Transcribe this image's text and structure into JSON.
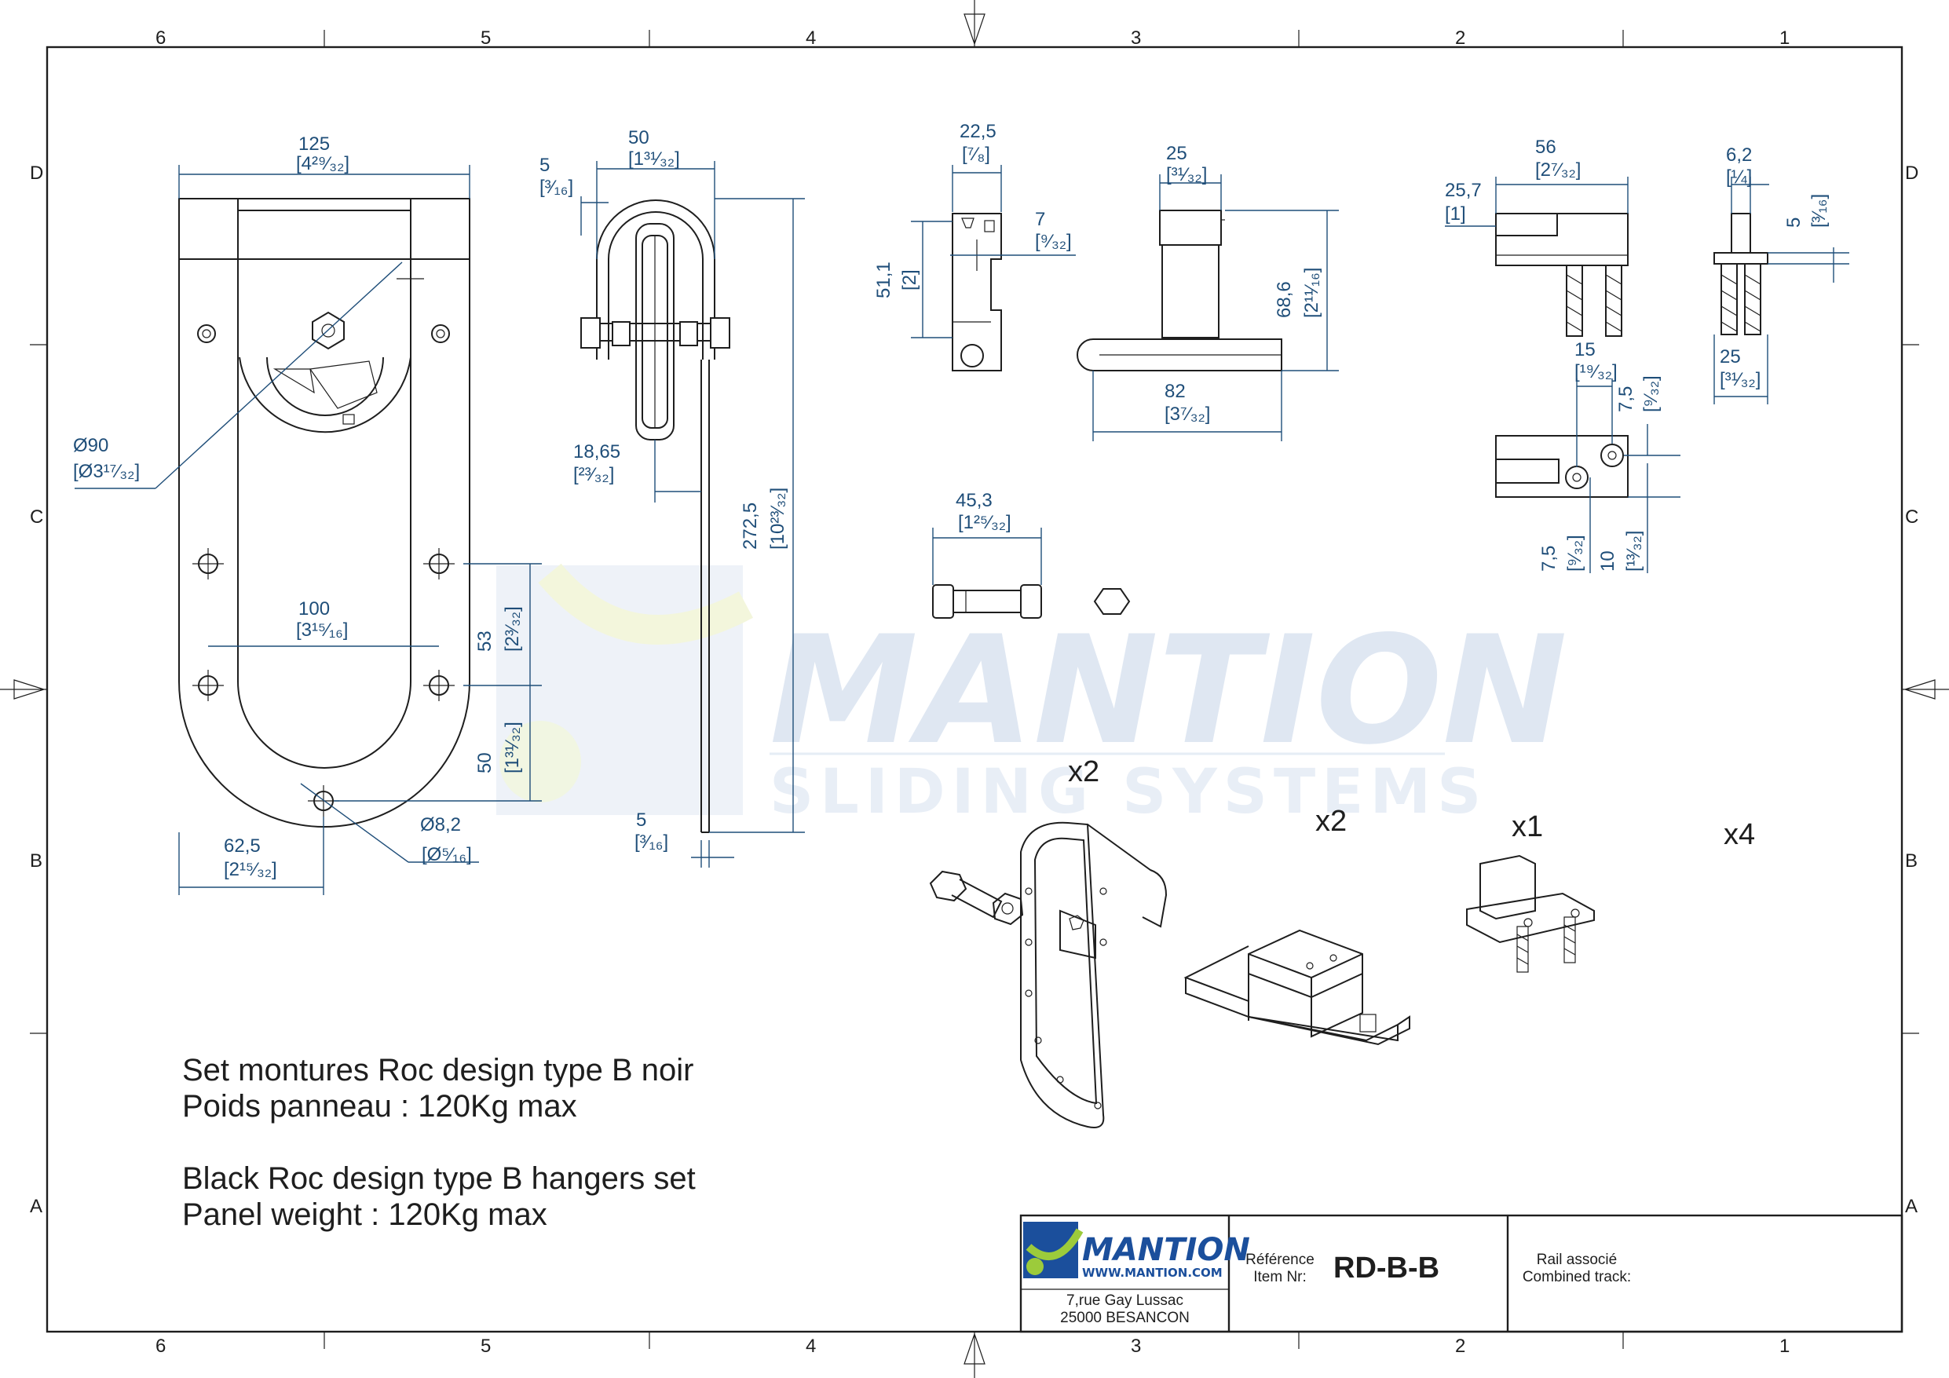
{
  "zones": {
    "columns": [
      "6",
      "5",
      "4",
      "3",
      "2",
      "1"
    ],
    "rows": [
      "D",
      "C",
      "B",
      "A"
    ]
  },
  "watermark": {
    "brand": "MANTION",
    "tagline": "SLIDING SYSTEMS"
  },
  "dimensions": {
    "front_width": {
      "value": "125",
      "sub": "[4²⁹⁄₃₂]"
    },
    "wheel_diameter": {
      "value": "Ø90",
      "sub": "[Ø3¹⁷⁄₃₂]"
    },
    "hole_spacing": {
      "value": "100",
      "sub": "[3¹⁵⁄₁₆]"
    },
    "hole_vert_53": {
      "value": "53",
      "sub": "[2³⁄₃₂]"
    },
    "hole_vert_50": {
      "value": "50",
      "sub": "[1³¹⁄₃₂]"
    },
    "hole_diameter": {
      "value": "Ø8,2",
      "sub": "[Ø⁵⁄₁₆]"
    },
    "half_width": {
      "value": "62,5",
      "sub": "[2¹⁵⁄₃₂]"
    },
    "side_width": {
      "value": "50",
      "sub": "[1³¹⁄₃₂]"
    },
    "side_thickness_top": {
      "value": "5",
      "sub": "[³⁄₁₆]"
    },
    "side_offset": {
      "value": "18,65",
      "sub": "[²³⁄₃₂]"
    },
    "total_height": {
      "value": "272,5",
      "sub": "[10²³⁄₃₂]"
    },
    "side_thickness_bottom": {
      "value": "5",
      "sub": "[³⁄₁₆]"
    },
    "clip_width": {
      "value": "22,5",
      "sub": "[⁷⁄₈]"
    },
    "clip_slot": {
      "value": "7",
      "sub": "[⁹⁄₃₂]"
    },
    "clip_height": {
      "value": "51,1",
      "sub": "[2]"
    },
    "spacer_width": {
      "value": "25",
      "sub": "[³¹⁄₃₂]"
    },
    "spacer_height": {
      "value": "68,6",
      "sub": "[2¹¹⁄₁₆]"
    },
    "spacer_base": {
      "value": "82",
      "sub": "[3⁷⁄₃₂]"
    },
    "bolt_length": {
      "value": "45,3",
      "sub": "[1²⁵⁄₃₂]"
    },
    "stop_width": {
      "value": "56",
      "sub": "[2⁷⁄₃₂]"
    },
    "stop_depth": {
      "value": "25,7",
      "sub": "[1]"
    },
    "stop_plate": {
      "value": "6,2",
      "sub": "[¼]"
    },
    "stop_plate_h": {
      "value": "5",
      "sub": "[³⁄₁₆]"
    },
    "stop_hole_x": {
      "value": "15",
      "sub": "[¹⁹⁄₃₂]"
    },
    "stop_hole_y": {
      "value": "7,5",
      "sub": "[⁹⁄₃₂]"
    },
    "stop_side_25": {
      "value": "25",
      "sub": "[³¹⁄₃₂]"
    },
    "stop_bottom_75": {
      "value": "7,5",
      "sub": "[⁹⁄₃₂]"
    },
    "stop_bottom_10": {
      "value": "10",
      "sub": "[¹³⁄₃₂]"
    }
  },
  "quantities": {
    "hanger": "x2",
    "spacer": "x2",
    "stop": "x1",
    "bolt": "x4"
  },
  "description": {
    "fr_line1": "Set montures Roc design type B noir",
    "fr_line2": "Poids panneau : 120Kg max",
    "en_line1": "Black Roc design type B hangers set",
    "en_line2": "Panel weight : 120Kg max"
  },
  "title_block": {
    "logo_text": "MANTION",
    "logo_url": "WWW.MANTION.COM",
    "address_line1": "7,rue Gay Lussac",
    "address_line2": "25000 BESANCON",
    "reference_label_fr": "Référence",
    "reference_label_en": "Item Nr:",
    "reference_value": "RD-B-B",
    "rail_label_fr": "Rail associé",
    "rail_label_en": "Combined track:",
    "rail_value": ""
  }
}
